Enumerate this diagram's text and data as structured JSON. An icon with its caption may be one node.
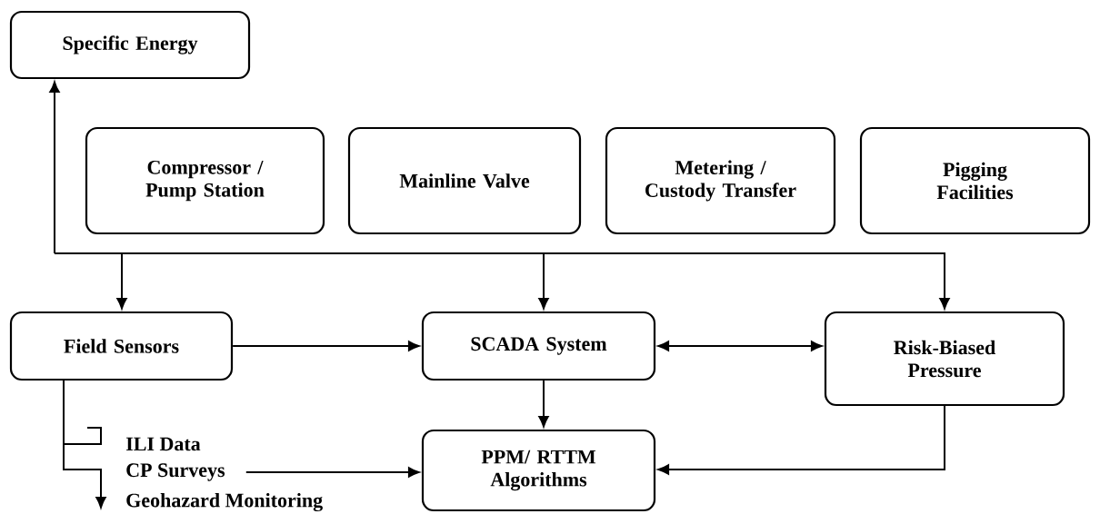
{
  "diagram": {
    "nodes": [
      {
        "text": [
          "Specific Energy"
        ]
      },
      {
        "text": [
          "Compressor / Pump Station"
        ]
      },
      {
        "text": [
          "Mainline Valve"
        ]
      },
      {
        "text": [
          "Metering / Custody Transfer"
        ]
      },
      {
        "text": [
          "Pigging Facilities"
        ]
      },
      {
        "text": [
          "Field Sensors"
        ]
      },
      {
        "text": [
          "SCADA System"
        ]
      },
      {
        "text": [
          "Risk-Biased Pressure"
        ]
      },
      {
        "text": [
          "ILI Data"
        ]
      },
      {
        "text": [
          "CP Surveys"
        ]
      },
      {
        "text": [
          "Geohazard Monitoring"
        ]
      },
      {
        "text": [
          "PPM/ RTTM Algorithms"
        ]
      }
    ],
    "edges": [
      {
        "from": null,
        "to": 0,
        "arrow": "to"
      },
      {
        "from": null,
        "to": 5,
        "arrow": "to"
      },
      {
        "from": null,
        "to": 6,
        "arrow": "to"
      },
      {
        "from": null,
        "to": 7,
        "arrow": "to"
      },
      {
        "from": 5,
        "to": 6,
        "arrow": "to"
      },
      {
        "from": 6,
        "to": 7,
        "arrow": "both"
      },
      {
        "from": 6,
        "to": 11,
        "arrow": "to"
      },
      {
        "from": 7,
        "to": 11,
        "arrow": "to"
      },
      {
        "from": 5,
        "to": 8,
        "arrow": "none"
      },
      {
        "from": 5,
        "to": 9,
        "arrow": "none"
      },
      {
        "from": 5,
        "to": 10,
        "arrow": "to"
      },
      {
        "from": 9,
        "to": 11,
        "arrow": "to"
      }
    ]
  }
}
